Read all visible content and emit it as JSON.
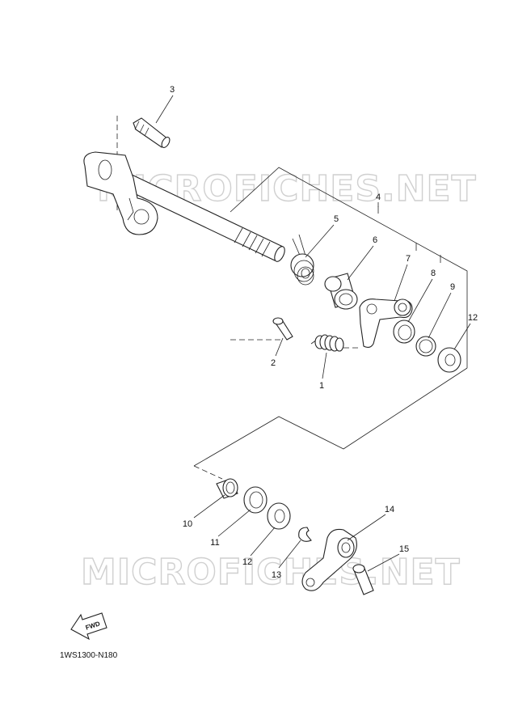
{
  "watermark": "MICROFICHES.NET",
  "diagram_code": "1WS1300-N180",
  "fwd_label": "FWD",
  "callouts": [
    {
      "id": "p1",
      "label": "1"
    },
    {
      "id": "p2",
      "label": "2"
    },
    {
      "id": "p3",
      "label": "3"
    },
    {
      "id": "p4",
      "label": "4"
    },
    {
      "id": "p5",
      "label": "5"
    },
    {
      "id": "p6",
      "label": "6"
    },
    {
      "id": "p7",
      "label": "7"
    },
    {
      "id": "p8",
      "label": "8"
    },
    {
      "id": "p9",
      "label": "9"
    },
    {
      "id": "p10",
      "label": "10"
    },
    {
      "id": "p11",
      "label": "11"
    },
    {
      "id": "p12a",
      "label": "12"
    },
    {
      "id": "p12b",
      "label": "12"
    },
    {
      "id": "p13",
      "label": "13"
    },
    {
      "id": "p14",
      "label": "14"
    },
    {
      "id": "p15",
      "label": "15"
    }
  ]
}
